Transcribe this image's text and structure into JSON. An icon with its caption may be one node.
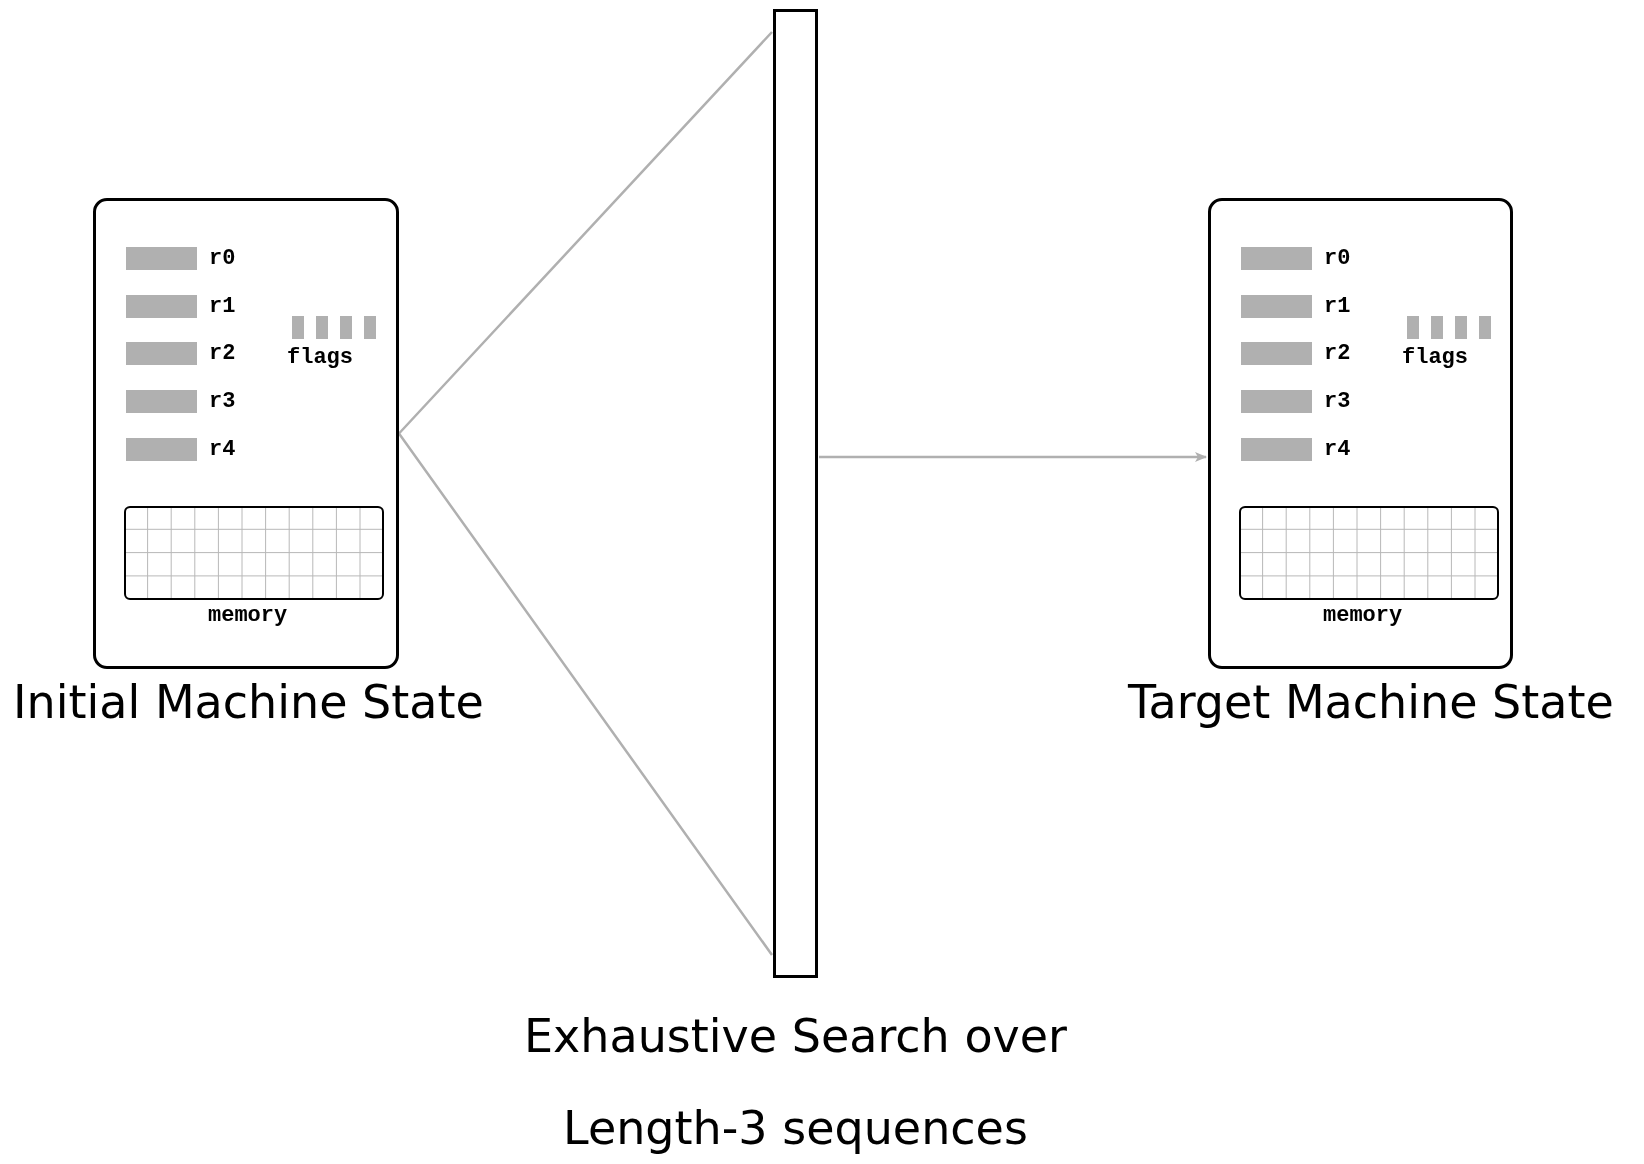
{
  "diagram": {
    "nodes": [
      {
        "text": [
          "Initial Machine State"
        ]
      },
      {
        "text": [
          "r0"
        ],
        "in": 0
      },
      {
        "text": [
          "r1"
        ],
        "in": 0
      },
      {
        "text": [
          "r2"
        ],
        "in": 0
      },
      {
        "text": [
          "r3"
        ],
        "in": 0
      },
      {
        "text": [
          "r4"
        ],
        "in": 0
      },
      {
        "text": [
          "flags"
        ],
        "in": 0
      },
      {
        "text": [
          "memory"
        ],
        "in": 0
      },
      {
        "text": [
          "Exhaustive Search over Length-3 sequences"
        ]
      },
      {
        "text": [
          "Target Machine State"
        ]
      },
      {
        "text": [
          "r0"
        ],
        "in": 9
      },
      {
        "text": [
          "r1"
        ],
        "in": 9
      },
      {
        "text": [
          "r2"
        ],
        "in": 9
      },
      {
        "text": [
          "r3"
        ],
        "in": 9
      },
      {
        "text": [
          "r4"
        ],
        "in": 9
      },
      {
        "text": [
          "flags"
        ],
        "in": 9
      },
      {
        "text": [
          "memory"
        ],
        "in": 9
      }
    ],
    "edges": [
      {
        "from": 0,
        "to": 8,
        "arrow": "none"
      },
      {
        "from": 8,
        "to": 9,
        "arrow": "to"
      }
    ]
  }
}
